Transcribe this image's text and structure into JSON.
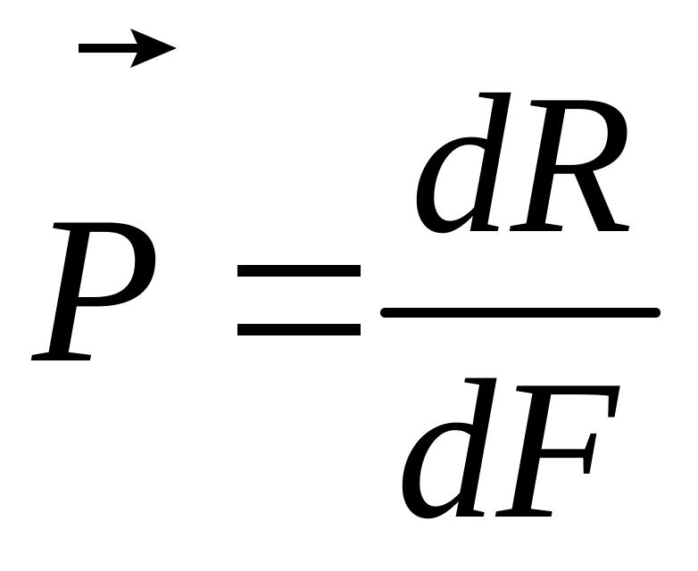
{
  "equation": {
    "lhs": "P",
    "equals": "=",
    "numerator": "dR",
    "denominator": "dF",
    "vector_indicator_icon": "right-arrow-icon"
  }
}
